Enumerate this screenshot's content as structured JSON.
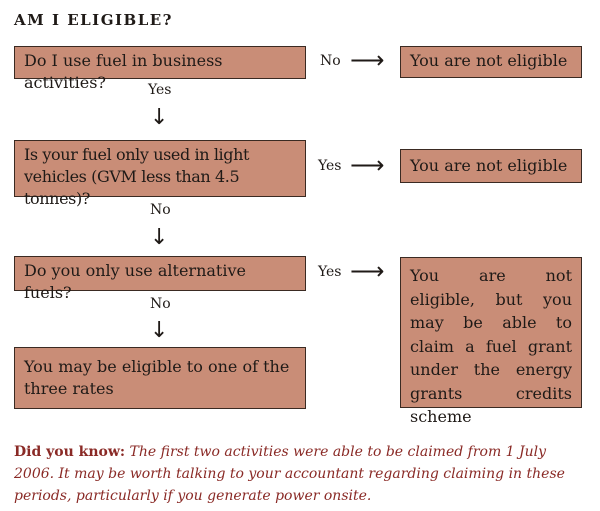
{
  "title": "AM I ELIGIBLE?",
  "questions": [
    {
      "text": "Do I use fuel in business activities?",
      "yes_label": "No",
      "down_label": "Yes"
    },
    {
      "text": "Is your fuel only used in light vehicles (GVM less than 4.5 tonnes)?",
      "yes_label": "Yes",
      "down_label": "No"
    },
    {
      "text": "Do you only use alternative fuels?",
      "yes_label": "Yes",
      "down_label": "No"
    }
  ],
  "results": [
    "You are not eligible",
    "You are not eligible",
    "You are not eligible, but you may be able to claim a fuel grant under the energy grants credits scheme"
  ],
  "final_result": "You may be eligible to one of the three rates",
  "arrows": {
    "right": "⟶",
    "down": "↓"
  },
  "note": {
    "heading": "Did you know:",
    "text": "The first two activities were able to be claimed from 1 July 2006. It may be worth talking to your accountant regarding claiming in these periods, particularly if you generate power onsite."
  },
  "colors": {
    "box_fill": "#c98d77",
    "box_border": "#3a2a22",
    "note_text": "#8a2a26"
  }
}
